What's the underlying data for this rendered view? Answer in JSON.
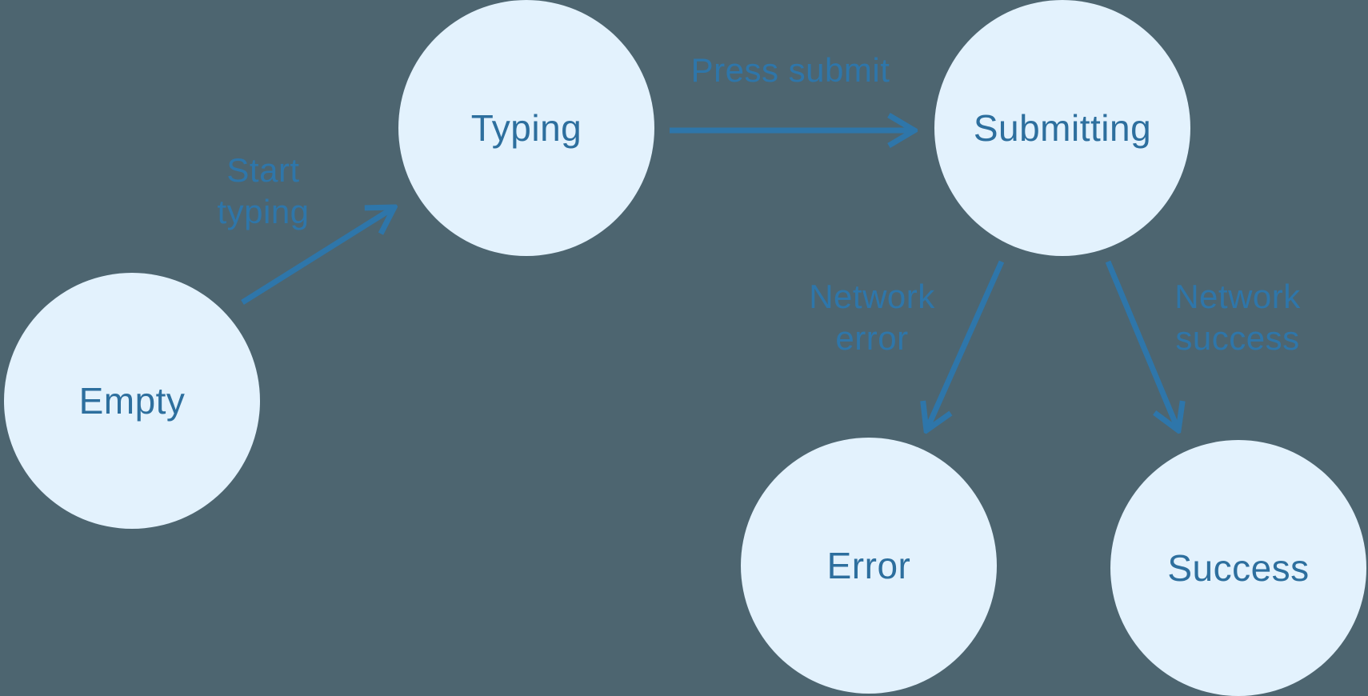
{
  "colors": {
    "background": "#4d6570",
    "node_fill": "#e3f2fd",
    "node_text": "#2d6f9e",
    "edge_stroke": "#2e76aa",
    "edge_label_text": "#2e76aa"
  },
  "diagram": {
    "type": "state-machine",
    "nodes": [
      {
        "id": "empty",
        "label": "Empty"
      },
      {
        "id": "typing",
        "label": "Typing"
      },
      {
        "id": "submitting",
        "label": "Submitting"
      },
      {
        "id": "error",
        "label": "Error"
      },
      {
        "id": "success",
        "label": "Success"
      }
    ],
    "edges": [
      {
        "from": "empty",
        "to": "typing",
        "label": "Start typing",
        "label_lines": [
          "Start",
          "typing"
        ]
      },
      {
        "from": "typing",
        "to": "submitting",
        "label": "Press submit",
        "label_lines": [
          "Press submit"
        ]
      },
      {
        "from": "submitting",
        "to": "error",
        "label": "Network error",
        "label_lines": [
          "Network",
          "error"
        ]
      },
      {
        "from": "submitting",
        "to": "success",
        "label": "Network success",
        "label_lines": [
          "Network",
          "success"
        ]
      }
    ]
  }
}
